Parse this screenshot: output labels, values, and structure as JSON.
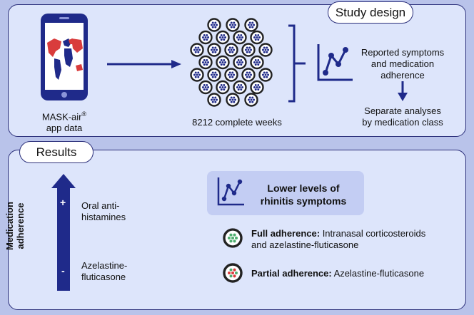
{
  "top": {
    "title": "Study design",
    "app_label_1": "MASK-air",
    "app_label_sup": "®",
    "app_label_2": "app data",
    "weeks_label": "8212 complete weeks",
    "reported_1": "Reported symptoms",
    "reported_2": "and medication",
    "reported_3": "adherence",
    "separate_1": "Separate analyses",
    "separate_2": "by medication class"
  },
  "bottom": {
    "title": "Results",
    "axis_label_1": "Medication",
    "axis_label_2": "adherence",
    "plus": "+",
    "minus": "-",
    "oral_1": "Oral anti-",
    "oral_2": "histamines",
    "azel_1": "Azelastine-",
    "azel_2": "fluticasone",
    "lower_1": "Lower levels of",
    "lower_2": "rhinitis symptoms",
    "full_bold": "Full adherence:",
    "full_rest": " Intranasal corticosteroids",
    "full_line2": "and azelastine-fluticasone",
    "partial_bold": "Partial adherence:",
    "partial_rest": " Azelastine-fluticasone"
  },
  "colors": {
    "navy": "#1f2a8a",
    "panel": "#dde5fb",
    "background": "#b9c3ea",
    "highlight": "#c3cdf3",
    "pill_red": "#d93c3c",
    "pill_green": "#4fae6f"
  }
}
